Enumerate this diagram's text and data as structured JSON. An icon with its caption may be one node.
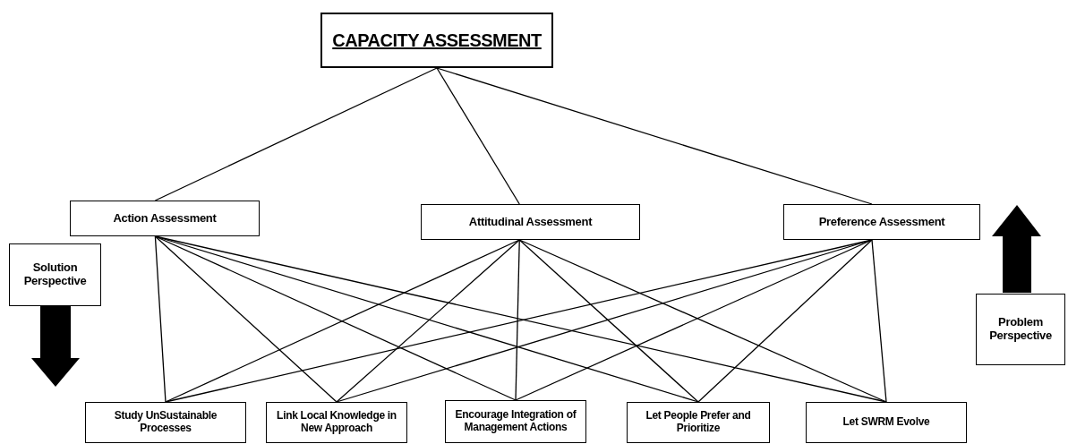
{
  "diagram": {
    "nodes": [
      {
        "text": [
          "CAPACITY ASSESSMENT"
        ]
      },
      {
        "text": [
          "Action Assessment"
        ]
      },
      {
        "text": [
          "Attitudinal Assessment"
        ]
      },
      {
        "text": [
          "Preference Assessment"
        ]
      },
      {
        "text": [
          "Study UnSustainable Processes"
        ]
      },
      {
        "text": [
          "Link Local Knowledge in New Approach"
        ]
      },
      {
        "text": [
          "Encourage Integration of Management Actions"
        ]
      },
      {
        "text": [
          "Let People Prefer and Prioritize"
        ]
      },
      {
        "text": [
          "Let SWRM Evolve"
        ]
      },
      {
        "text": [
          "Solution Perspective"
        ]
      },
      {
        "text": [
          "Problem Perspective"
        ]
      }
    ],
    "edges": [
      {
        "from": 0,
        "to": 1,
        "arrow": "none"
      },
      {
        "from": 0,
        "to": 2,
        "arrow": "none"
      },
      {
        "from": 0,
        "to": 3,
        "arrow": "none"
      },
      {
        "from": 1,
        "to": 4,
        "arrow": "none"
      },
      {
        "from": 1,
        "to": 5,
        "arrow": "none"
      },
      {
        "from": 1,
        "to": 6,
        "arrow": "none"
      },
      {
        "from": 1,
        "to": 7,
        "arrow": "none"
      },
      {
        "from": 1,
        "to": 8,
        "arrow": "none"
      },
      {
        "from": 2,
        "to": 4,
        "arrow": "none"
      },
      {
        "from": 2,
        "to": 5,
        "arrow": "none"
      },
      {
        "from": 2,
        "to": 6,
        "arrow": "none"
      },
      {
        "from": 2,
        "to": 7,
        "arrow": "none"
      },
      {
        "from": 2,
        "to": 8,
        "arrow": "none"
      },
      {
        "from": 3,
        "to": 4,
        "arrow": "none"
      },
      {
        "from": 3,
        "to": 5,
        "arrow": "none"
      },
      {
        "from": 3,
        "to": 6,
        "arrow": "none"
      },
      {
        "from": 3,
        "to": 7,
        "arrow": "none"
      },
      {
        "from": 3,
        "to": 8,
        "arrow": "none"
      }
    ]
  }
}
